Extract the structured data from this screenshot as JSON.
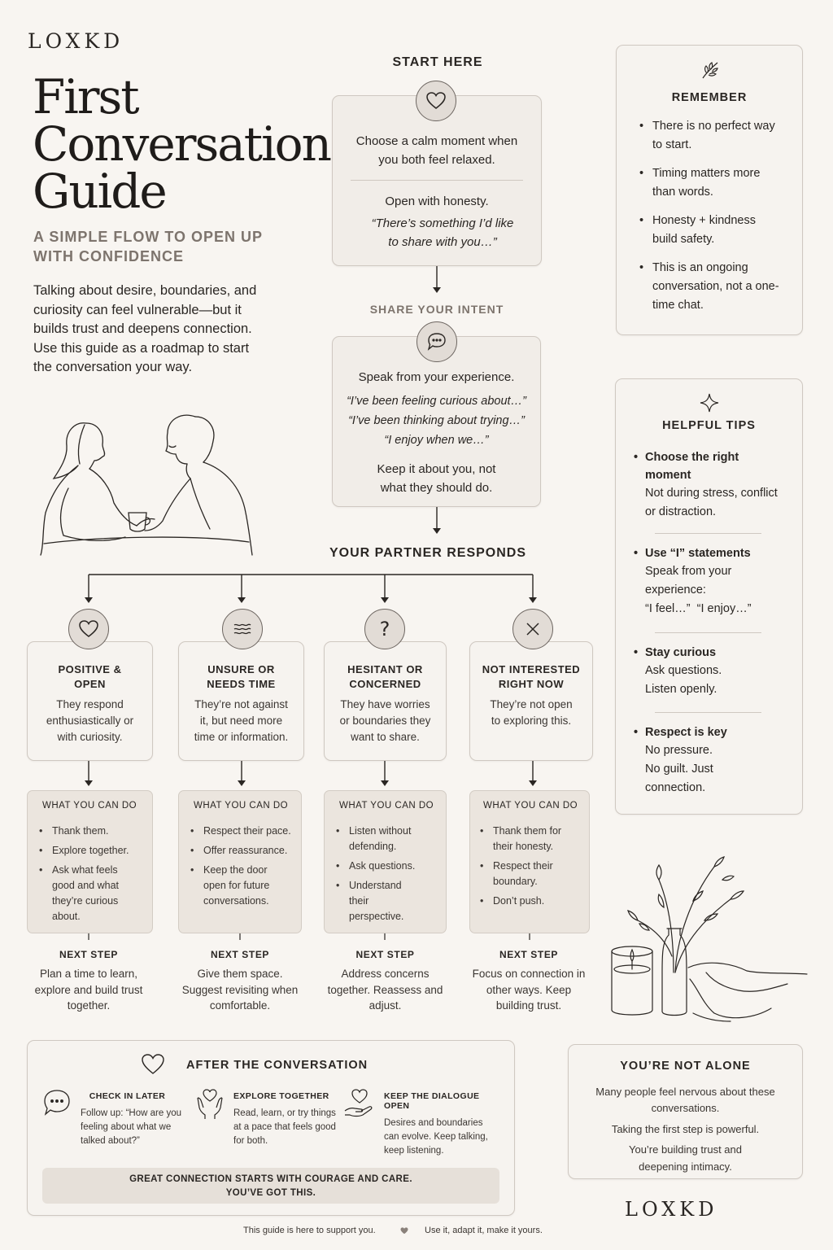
{
  "brand": "LOXKD",
  "title": [
    "First",
    "Conversation",
    "Guide"
  ],
  "subtitle": [
    "A SIMPLE FLOW TO OPEN UP",
    "WITH CONFIDENCE"
  ],
  "intro": "Talking about desire, boundaries, and curiosity can feel vulnerable—but it builds trust and deepens connection. Use this guide as a roadmap to start the conversation your way.",
  "start": {
    "header": "START HERE",
    "line1": "Choose a calm moment when you both feel relaxed.",
    "line2": "Open with honesty.",
    "quote": "“There’s something I’d like to share with you…”",
    "icon": "heart-icon"
  },
  "intent": {
    "header": "SHARE YOUR INTENT",
    "lead": "Speak from your experience.",
    "quotes": [
      "“I’ve been feeling curious about…”",
      "“I’ve been thinking about trying…”",
      "“I enjoy when we…”"
    ],
    "footer": "Keep it about you, not what they should do.",
    "icon": "speech-bubble-icon"
  },
  "responds_header": "YOUR PARTNER RESPONDS",
  "responses": [
    {
      "icon": "heart-icon",
      "title": "POSITIVE & OPEN",
      "text": "They respond enthusiastically or with curiosity.",
      "action_header": "WHAT YOU CAN DO",
      "actions": [
        "Thank them.",
        "Explore together.",
        "Ask what feels good and what they’re curious about."
      ],
      "next_header": "NEXT STEP",
      "next": "Plan a time to learn, explore and build trust together."
    },
    {
      "icon": "waves-icon",
      "title": "UNSURE OR NEEDS TIME",
      "text": "They’re not against it, but need more time or information.",
      "action_header": "WHAT YOU CAN DO",
      "actions": [
        "Respect their pace.",
        "Offer reassurance.",
        "Keep the door open for future conversations."
      ],
      "next_header": "NEXT STEP",
      "next": "Give them space. Suggest revisiting when comfortable."
    },
    {
      "icon": "question-icon",
      "title": "HESITANT OR CONCERNED",
      "text": "They have worries or boundaries they want to share.",
      "action_header": "WHAT YOU CAN DO",
      "actions": [
        "Listen without defending.",
        "Ask questions.",
        "Understand their perspective."
      ],
      "next_header": "NEXT STEP",
      "next": "Address concerns together. Reassess and adjust."
    },
    {
      "icon": "x-icon",
      "title": "NOT INTERESTED RIGHT NOW",
      "text": "They’re not open to exploring this.",
      "action_header": "WHAT YOU CAN DO",
      "actions": [
        "Thank them for their honesty.",
        "Respect their boundary.",
        "Don’t push."
      ],
      "next_header": "NEXT STEP",
      "next": "Focus on connection in other ways. Keep building trust."
    }
  ],
  "remember": {
    "header": "REMEMBER",
    "icon": "leaf-icon",
    "items": [
      "There is no perfect way to start.",
      "Timing matters more than words.",
      "Honesty + kindness build safety.",
      "This is an ongoing conversation, not a one-time chat."
    ]
  },
  "tips": {
    "header": "HELPFUL TIPS",
    "icon": "sparkle-icon",
    "items": [
      {
        "title": "Choose the right moment",
        "text": "Not during stress, conflict or distraction."
      },
      {
        "title": "Use “I” statements",
        "text": "Speak from your experience:",
        "extra": "“I feel…”  “I enjoy…”"
      },
      {
        "title": "Stay curious",
        "text": "Ask questions. Listen openly."
      },
      {
        "title": "Respect is key",
        "text": "No pressure. No guilt. Just connection."
      }
    ]
  },
  "after": {
    "header": "AFTER THE CONVERSATION",
    "icon": "heart-outline-icon",
    "items": [
      {
        "icon": "chat-dots-icon",
        "title": "CHECK IN LATER",
        "text": "Follow up: “How are you feeling about what we talked about?”"
      },
      {
        "icon": "hands-heart-icon",
        "title": "EXPLORE TOGETHER",
        "text": "Read, learn, or try things at a pace that feels good for both."
      },
      {
        "icon": "hand-heart-icon",
        "title": "KEEP THE DIALOGUE OPEN",
        "text": "Desires and boundaries can evolve. Keep talking, keep listening."
      }
    ],
    "banner": [
      "GREAT CONNECTION STARTS WITH COURAGE AND CARE.",
      "YOU’VE GOT THIS."
    ]
  },
  "alone": {
    "header": "YOU’RE NOT ALONE",
    "lines": [
      "Many people feel nervous about these conversations.",
      "Taking the first step is powerful.",
      "You’re building trust and deepening intimacy."
    ]
  },
  "footer": {
    "left": "This guide is here to support you.",
    "right": "Use it, adapt it, make it yours."
  },
  "colors": {
    "background": "#f8f5f1",
    "card": "#f1ede8",
    "action_card": "#ebe5de",
    "icon_circle": "#e2dcd6",
    "ink": "#2a2623",
    "muted": "#7d746d"
  }
}
